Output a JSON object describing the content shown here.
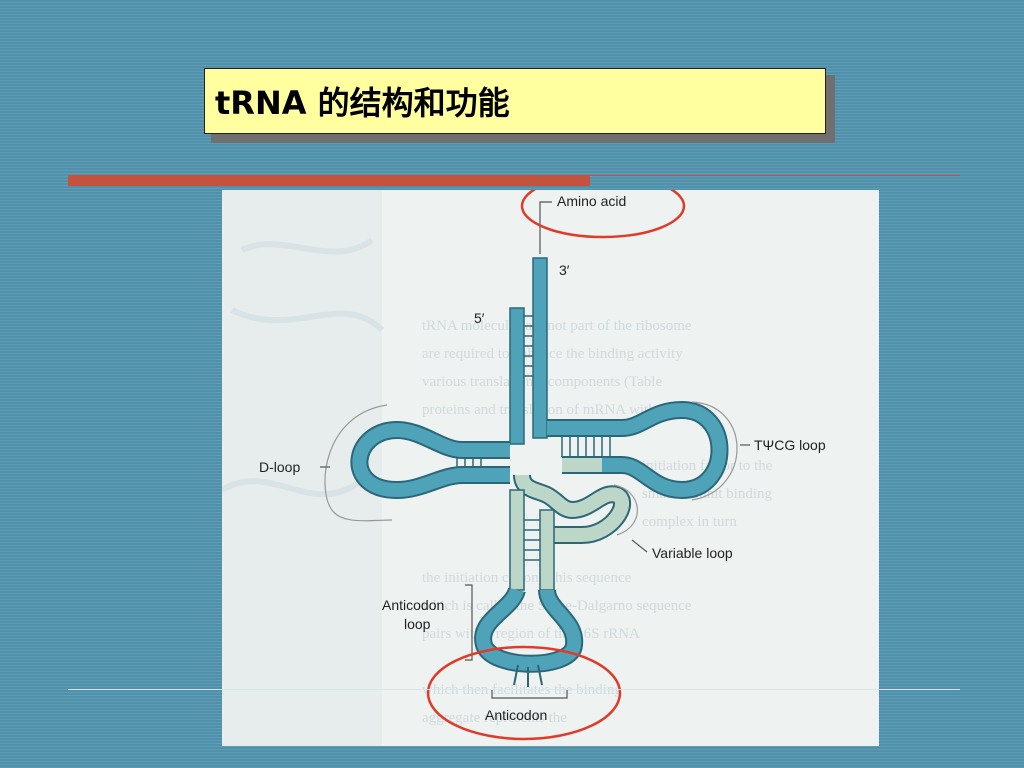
{
  "slide": {
    "title": "tRNA 的结构和功能"
  },
  "diagram": {
    "labels": {
      "amino_acid": "Amino acid",
      "three_prime": "3′",
      "five_prime": "5′",
      "d_loop": "D-loop",
      "tpsicg_loop": "TΨCG loop",
      "variable_loop": "Variable loop",
      "anticodon_loop_line1": "Anticodon",
      "anticodon_loop_line2": "loop",
      "anticodon": "Anticodon"
    },
    "highlight_color": "#e03a2a",
    "strand_color": "#4fa3b8",
    "strand_light_color": "#bcd6c7"
  }
}
